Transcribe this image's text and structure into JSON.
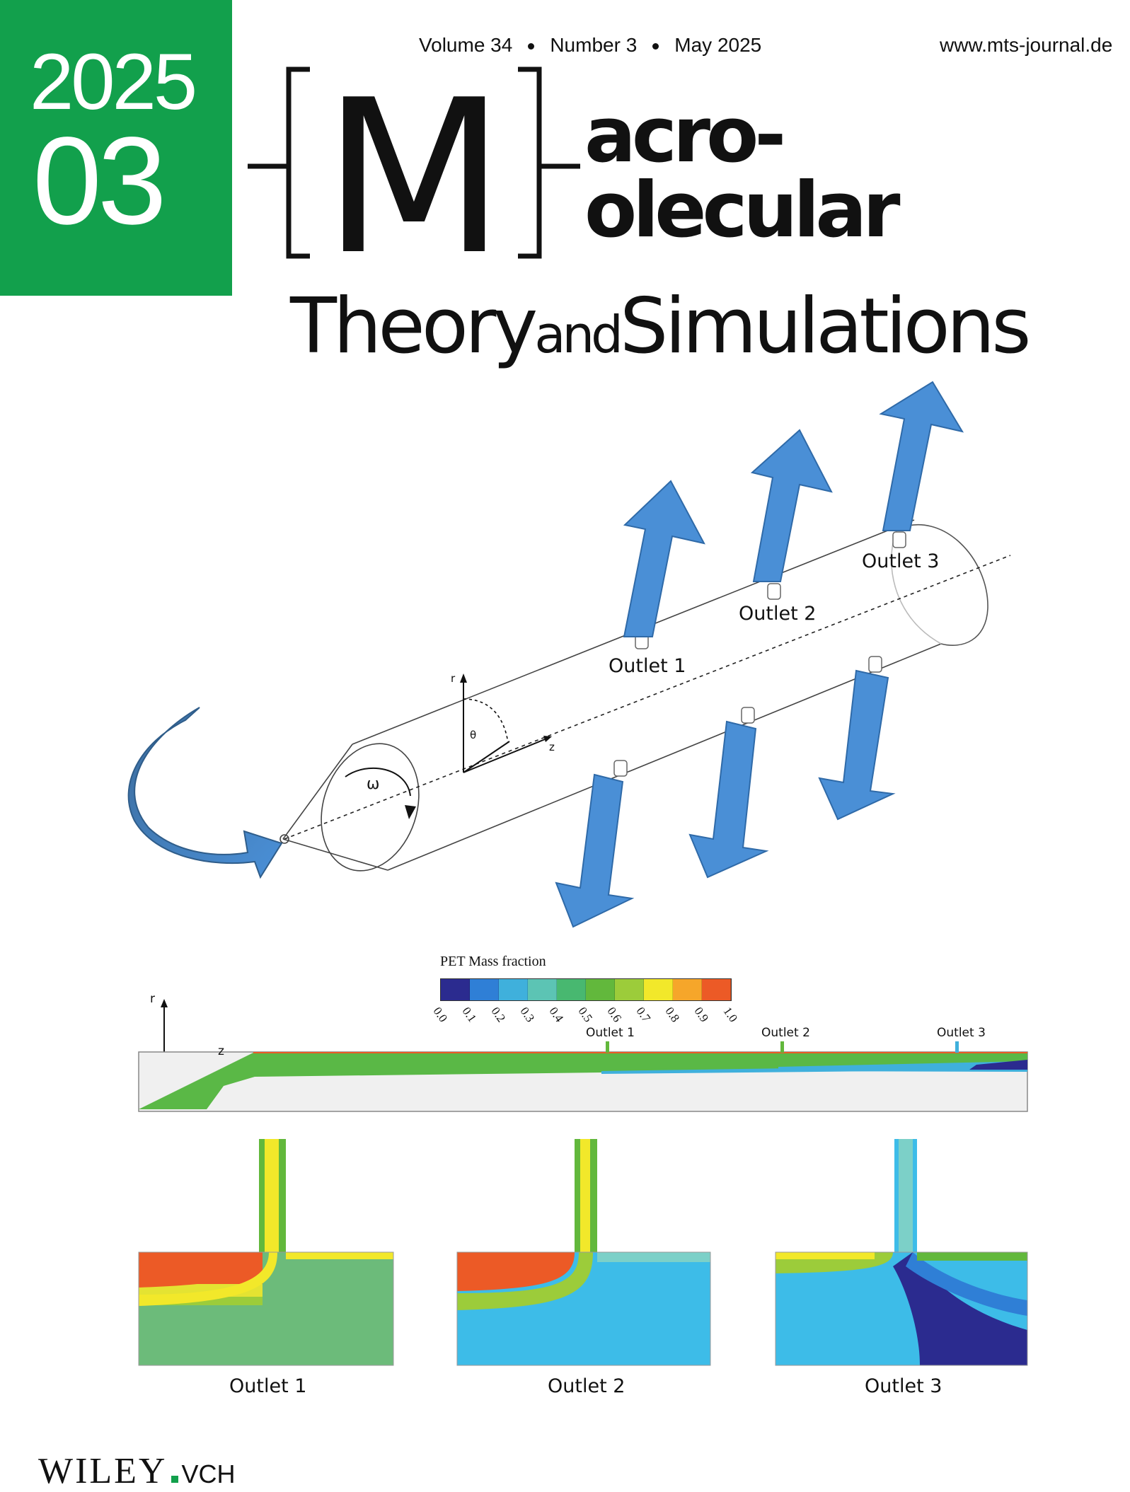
{
  "issue": {
    "year": "2025",
    "number": "03"
  },
  "header": {
    "volume": "Volume 34",
    "number": "Number 3",
    "date": "May 2025",
    "url": "www.mts-journal.de"
  },
  "logo": {
    "letter": "M",
    "part1": "acro-",
    "part2": "olecular"
  },
  "subtitle": {
    "word1": "Theory",
    "word2": "and",
    "word3": "Simulations"
  },
  "diagram": {
    "outlets": [
      "Outlet 1",
      "Outlet 2",
      "Outlet 3"
    ],
    "axis_r": "r",
    "axis_z": "z",
    "theta": "θ",
    "omega": "ω"
  },
  "colorbar": {
    "title": "PET Mass fraction",
    "ticks": [
      "0.0",
      "0.1",
      "0.2",
      "0.3",
      "0.4",
      "0.5",
      "0.6",
      "0.7",
      "0.8",
      "0.9",
      "1.0"
    ],
    "colors": [
      "#2b2b8f",
      "#2f7fd6",
      "#3fb0dc",
      "#5cc4b4",
      "#48b870",
      "#62b83c",
      "#9ccc3a",
      "#f2e82a",
      "#f6a62a",
      "#ec5a26"
    ]
  },
  "section": {
    "outlets": [
      "Outlet 1",
      "Outlet 2",
      "Outlet 3"
    ],
    "axis_r": "r",
    "axis_z": "z"
  },
  "details": {
    "labels": [
      "Outlet 1",
      "Outlet 2",
      "Outlet 3"
    ]
  },
  "publisher": {
    "name": "WILEY",
    "suffix": "VCH"
  }
}
